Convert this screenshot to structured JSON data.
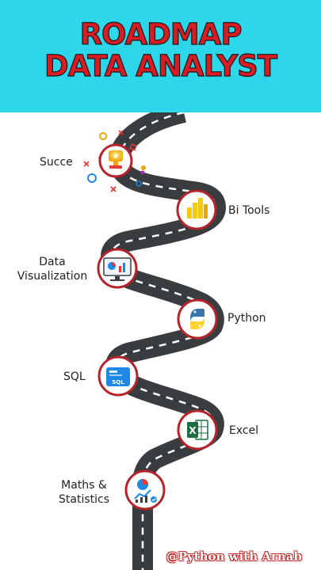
{
  "header": {
    "title_line1": "ROADMAP",
    "title_line2": "DATA ANALYST",
    "background_color": "#2ed6ea",
    "title_color": "#d81c23"
  },
  "milestones": [
    {
      "label": "Succe",
      "icon": "trophy-icon"
    },
    {
      "label": "Bi Tools",
      "icon": "power-bi-icon"
    },
    {
      "label": "Data Visualization",
      "icon": "dashboard-monitor-icon"
    },
    {
      "label": "Python",
      "icon": "python-icon"
    },
    {
      "label": "SQL",
      "icon": "sql-database-icon"
    },
    {
      "label": "Excel",
      "icon": "excel-icon"
    },
    {
      "label": "Maths & Statistics",
      "icon": "statistics-chart-icon"
    }
  ],
  "labels": {
    "success": "Succe",
    "bi_tools": "Bi Tools",
    "data_line1": "Data",
    "data_line2": "Visualization",
    "python": "Python",
    "sql": "SQL",
    "excel": "Excel",
    "maths_line1": "Maths &",
    "maths_line2": "Statistics"
  },
  "watermark": "@Python with Arnab",
  "colors": {
    "road": "#3a3d40",
    "badge_ring": "#b5232b",
    "accent_blue": "#1e88e5"
  }
}
